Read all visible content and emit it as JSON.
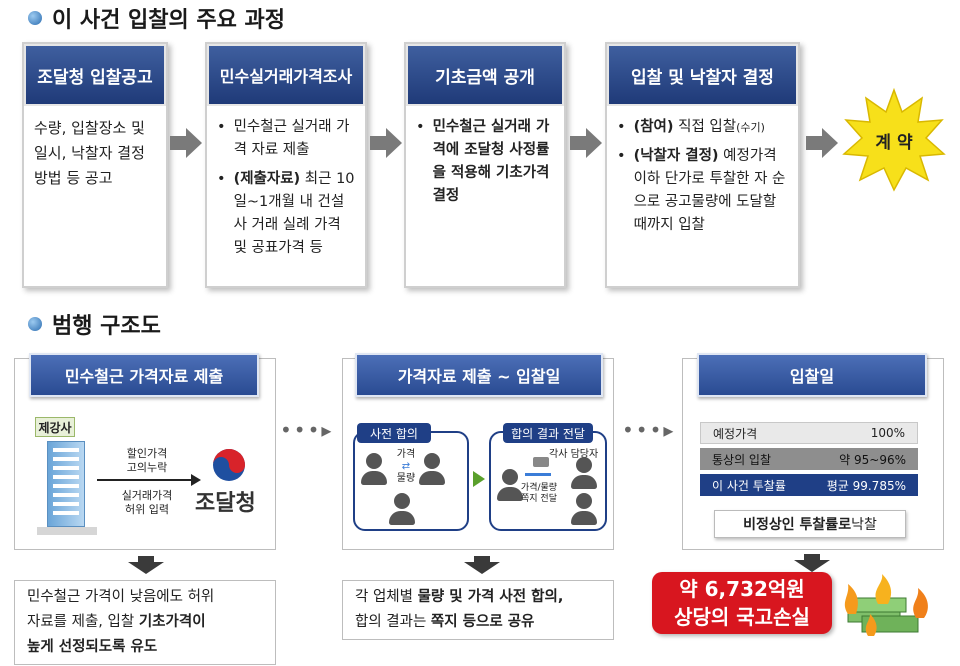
{
  "section1": {
    "title": "이 사건 입찰의 주요 과정"
  },
  "steps": [
    {
      "title": "조달청 입찰공고",
      "body": "수량, 입찰장소 및 일시, 낙찰자 결정 방법 등 공고"
    },
    {
      "title": "민수실거래가격조사",
      "bullets": [
        {
          "bold": "",
          "text": "민수철근 실거래 가격 자료 제출"
        },
        {
          "bold": "(제출자료)",
          "text": " 최근 10일~1개월 내 건설사 거래 실례 가격 및 공표가격 등"
        }
      ]
    },
    {
      "title": "기초금액 공개",
      "bullets": [
        {
          "bold": "민수철근 실거래 가격에 조달청 사정률을 적용해 기초가격 결정",
          "text": ""
        }
      ]
    },
    {
      "title": "입찰 및 낙찰자 결정",
      "bullets": [
        {
          "bold": "(참여)",
          "text": " 직접 입찰",
          "small": "(수기)"
        },
        {
          "bold": "(낙찰자 결정)",
          "text": " 예정가격 이하 단가로 투찰한 자 순으로 공고물량에 도달할 때까지 입찰"
        }
      ]
    }
  ],
  "contract": "계 약",
  "section2": {
    "title": "범행 구조도"
  },
  "panel1": {
    "title": "민수철근 가격자료 제출",
    "company": "제강사",
    "label_top1": "할인가격",
    "label_top2": "고의누락",
    "label_bot1": "실거래가격",
    "label_bot2": "허위 입력",
    "agency": "조달청"
  },
  "panel2": {
    "title": "가격자료 제출 ~ 입찰일",
    "sub1": "사전 합의",
    "sub1_label1": "가격",
    "sub1_label2": "물량",
    "sub2": "합의 결과 전달",
    "sub2_top": "각사 담당자",
    "sub2_label1": "가격/물량",
    "sub2_label2": "쪽지 전달"
  },
  "panel3": {
    "title": "입찰일",
    "rows": [
      {
        "label": "예정가격",
        "value": "100%"
      },
      {
        "label": "통상의 입찰",
        "value": "약 95~96%"
      },
      {
        "label": "이 사건 투찰률",
        "value": "평균 99.785%"
      }
    ],
    "footer_bold": "비정상인 투찰률로",
    "footer_text": " 낙찰"
  },
  "note1": {
    "line1": "민수철근 가격이 낮음에도 허위",
    "line2a": "자료를 제출, 입찰 ",
    "line2b": "기초가격이",
    "line3": "높게 선정되도록 유도"
  },
  "note2": {
    "line1a": "각 업체별 ",
    "line1b": "물량 및 가격 사전 합의,",
    "line2a": "합의 결과는 ",
    "line2b": "쪽지 등으로 공유"
  },
  "loss": {
    "line1": "약 6,732억원",
    "line2": "상당의 국고손실"
  },
  "colors": {
    "header": "#2a4b92",
    "loss": "#d8161f",
    "green_arrow": "#5aa02c",
    "blue_arrow": "#3b7dd8"
  }
}
